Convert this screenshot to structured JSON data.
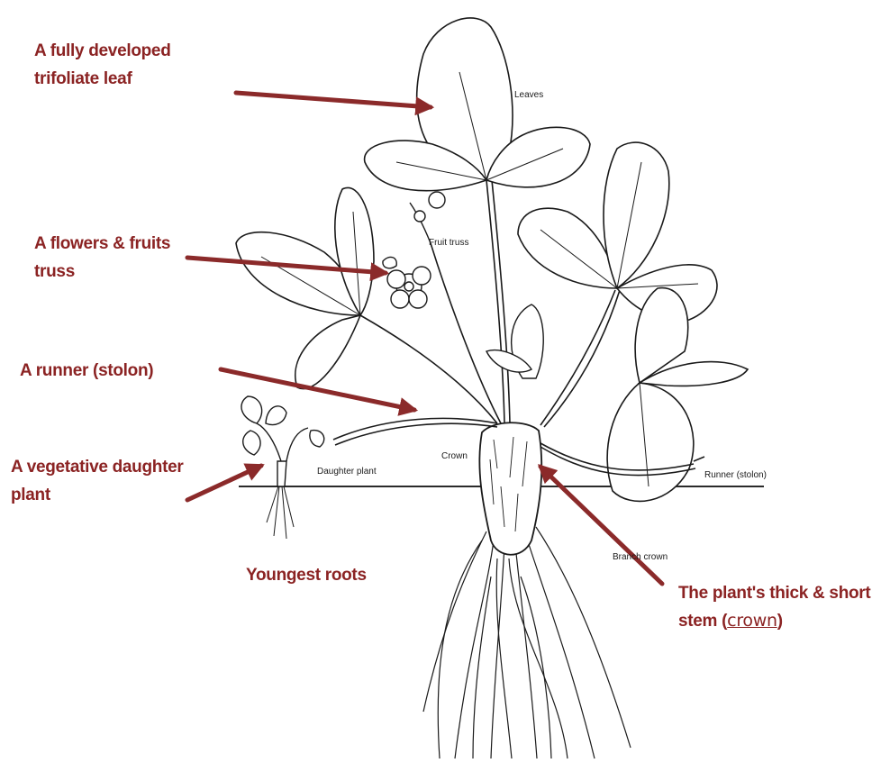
{
  "callouts": {
    "leaf": {
      "line1": "A fully developed",
      "line2": "trifoliate leaf"
    },
    "truss": {
      "line1": "A flowers & fruits",
      "line2": "truss"
    },
    "runner": {
      "line1": "A runner (stolon)"
    },
    "daughter": {
      "line1": "A vegetative daughter",
      "line2": "plant"
    },
    "roots": {
      "line1": "Youngest roots"
    },
    "stem": {
      "line1": "The plant's thick & short",
      "line2_prefix": "stem (",
      "line2_word": "crown",
      "line2_suffix": ")"
    }
  },
  "diagram_labels": {
    "leaves": "Leaves",
    "fruit_truss": "Fruit truss",
    "crown": "Crown",
    "daughter_plant": "Daughter plant",
    "runner": "Runner (stolon)",
    "branch_crown": "Branch crown"
  },
  "colors": {
    "callout_text": "#8b2323",
    "arrow": "#8b2a2a",
    "drawing": "#1a1a1a"
  }
}
